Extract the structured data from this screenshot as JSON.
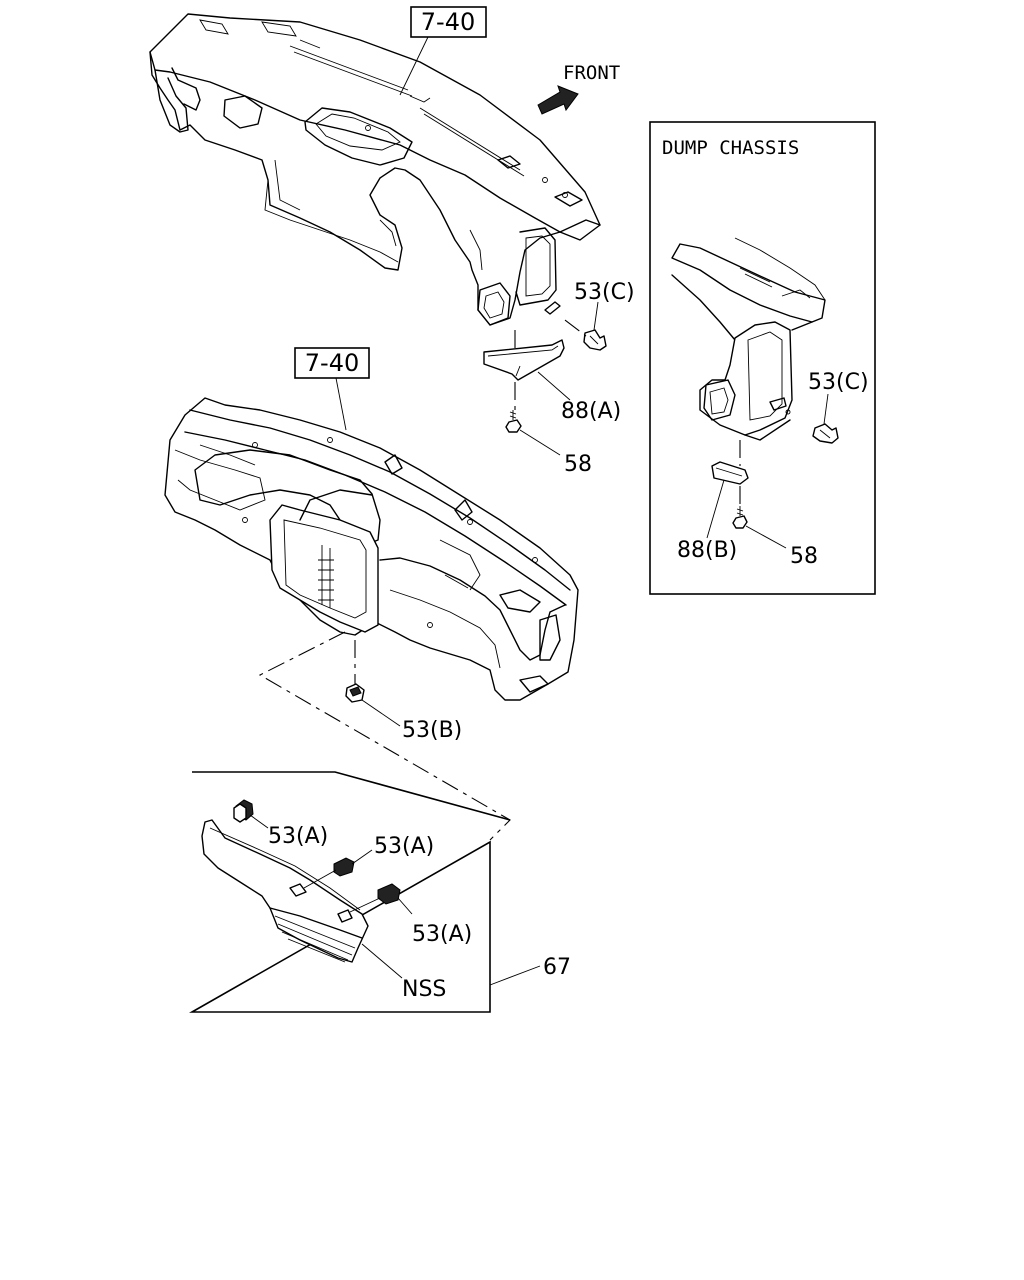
{
  "ref_upper": "7-40",
  "ref_lower": "7-40",
  "front_label": "FRONT",
  "inset_title": "DUMP CHASSIS",
  "callouts": {
    "c53c_main": "53(C)",
    "c88a": "88(A)",
    "c58_main": "58",
    "c53c_inset": "53(C)",
    "c88b": "88(B)",
    "c58_inset": "58",
    "c53b": "53(B)",
    "c53a_1": "53(A)",
    "c53a_2": "53(A)",
    "c53a_3": "53(A)",
    "nss": "NSS",
    "c67": "67"
  }
}
